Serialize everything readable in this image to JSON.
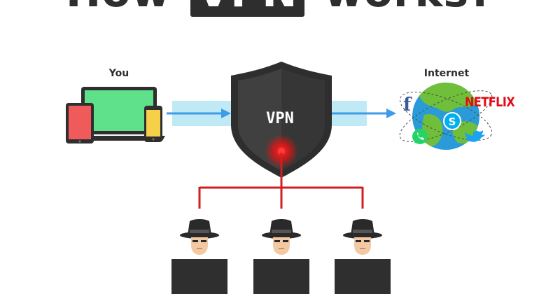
{
  "title": {
    "before": "How",
    "highlight": "VPN",
    "after": "works?"
  },
  "labels": {
    "you": "You",
    "internet": "Internet",
    "vpn": "VPN"
  },
  "services": {
    "facebook": "f",
    "netflix": "NETFLIX"
  },
  "colors": {
    "dark": "#2e2e2e",
    "shield": "#3a3a3a",
    "tunnel": "#bfeaf5",
    "arrow": "#3d9be9",
    "line_red": "#d11f1f",
    "screen_green": "#5fe08a",
    "tablet_red": "#f15a5a",
    "phone_yellow": "#f7d04a",
    "ocean": "#2a9bd8",
    "land": "#6fbf3a",
    "netflix": "#e50914",
    "facebook": "#3b5998",
    "whatsapp": "#25d366",
    "skype": "#00aff0",
    "twitter": "#1da1f2"
  },
  "icons": [
    "laptop-icon",
    "tablet-icon",
    "phone-icon",
    "shield-icon",
    "globe-icon",
    "facebook-icon",
    "netflix-logo",
    "whatsapp-icon",
    "skype-icon",
    "twitter-icon",
    "hacker-icon"
  ]
}
